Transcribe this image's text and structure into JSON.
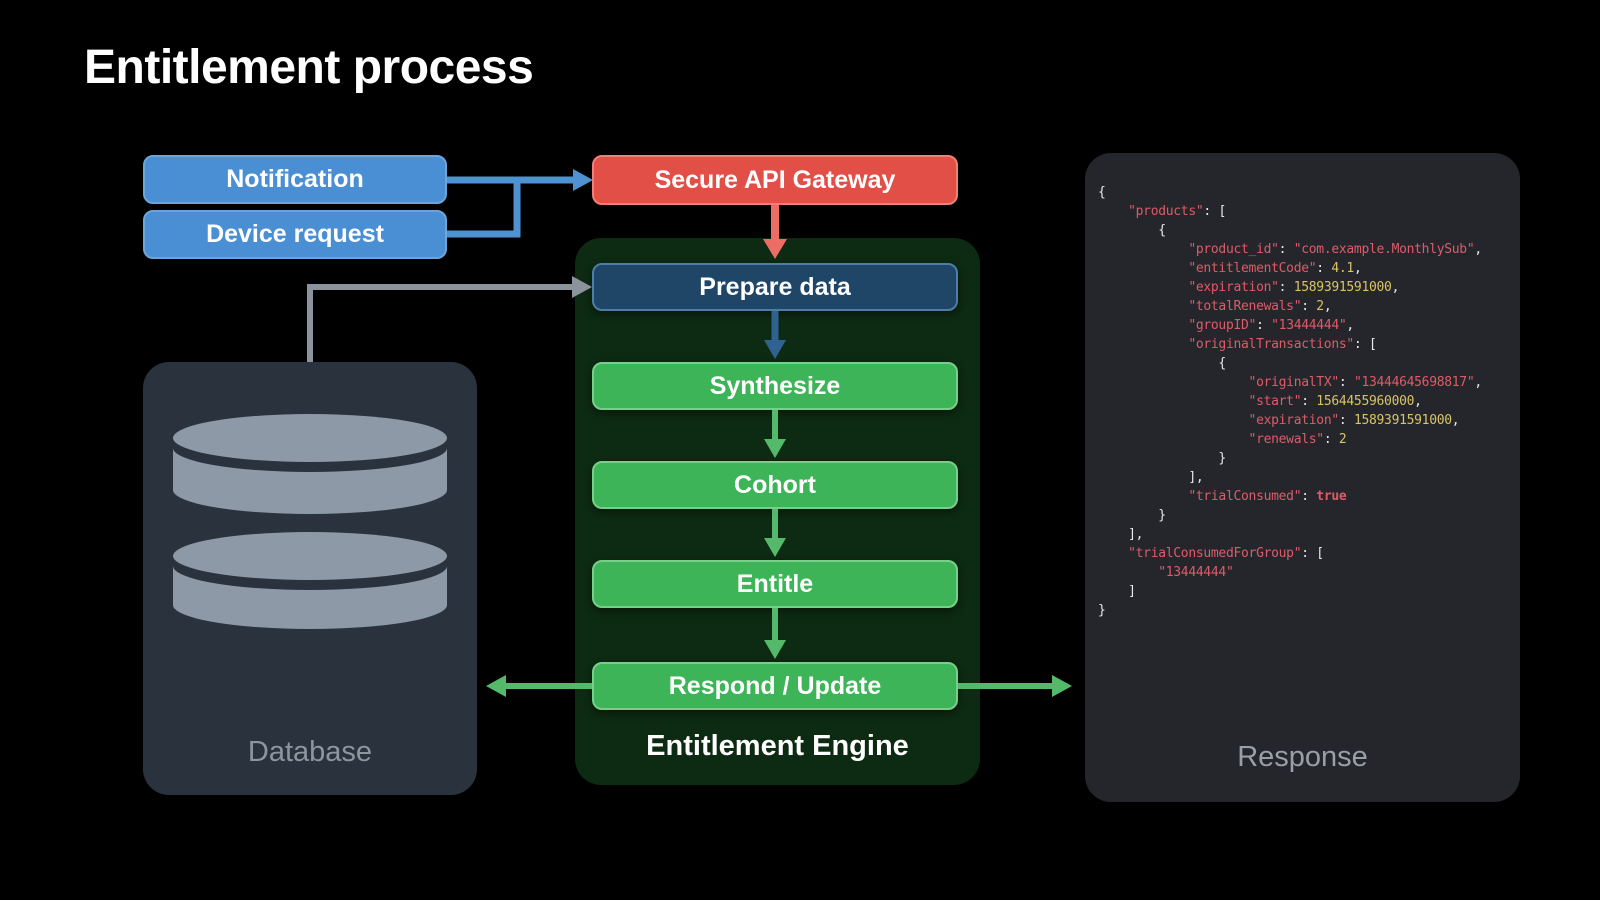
{
  "title": "Entitlement process",
  "inputs": {
    "notification": "Notification",
    "device_request": "Device request"
  },
  "gateway": {
    "label": "Secure API Gateway"
  },
  "engine": {
    "label": "Entitlement Engine",
    "prepare": "Prepare data",
    "steps": [
      {
        "label": "Synthesize"
      },
      {
        "label": "Cohort"
      },
      {
        "label": "Entitle"
      },
      {
        "label": "Respond / Update"
      }
    ]
  },
  "database": {
    "label": "Database"
  },
  "response": {
    "label": "Response",
    "code_lines": [
      [
        {
          "c": "p",
          "t": "{"
        }
      ],
      [
        {
          "c": "p",
          "t": "    "
        },
        {
          "c": "k",
          "t": "\"products\""
        },
        {
          "c": "p",
          "t": ": ["
        }
      ],
      [
        {
          "c": "p",
          "t": "        {"
        }
      ],
      [
        {
          "c": "p",
          "t": "            "
        },
        {
          "c": "k",
          "t": "\"product_id\""
        },
        {
          "c": "p",
          "t": ": "
        },
        {
          "c": "s",
          "t": "\"com.example.MonthlySub\""
        },
        {
          "c": "p",
          "t": ","
        }
      ],
      [
        {
          "c": "p",
          "t": "            "
        },
        {
          "c": "k",
          "t": "\"entitlementCode\""
        },
        {
          "c": "p",
          "t": ": "
        },
        {
          "c": "n",
          "t": "4.1"
        },
        {
          "c": "p",
          "t": ","
        }
      ],
      [
        {
          "c": "p",
          "t": "            "
        },
        {
          "c": "k",
          "t": "\"expiration\""
        },
        {
          "c": "p",
          "t": ": "
        },
        {
          "c": "n",
          "t": "1589391591000"
        },
        {
          "c": "p",
          "t": ","
        }
      ],
      [
        {
          "c": "p",
          "t": "            "
        },
        {
          "c": "k",
          "t": "\"totalRenewals\""
        },
        {
          "c": "p",
          "t": ": "
        },
        {
          "c": "n",
          "t": "2"
        },
        {
          "c": "p",
          "t": ","
        }
      ],
      [
        {
          "c": "p",
          "t": "            "
        },
        {
          "c": "k",
          "t": "\"groupID\""
        },
        {
          "c": "p",
          "t": ": "
        },
        {
          "c": "s",
          "t": "\"13444444\""
        },
        {
          "c": "p",
          "t": ","
        }
      ],
      [
        {
          "c": "p",
          "t": "            "
        },
        {
          "c": "k",
          "t": "\"originalTransactions\""
        },
        {
          "c": "p",
          "t": ": ["
        }
      ],
      [
        {
          "c": "p",
          "t": "                {"
        }
      ],
      [
        {
          "c": "p",
          "t": "                    "
        },
        {
          "c": "k",
          "t": "\"originalTX\""
        },
        {
          "c": "p",
          "t": ": "
        },
        {
          "c": "s",
          "t": "\"13444645698817\""
        },
        {
          "c": "p",
          "t": ","
        }
      ],
      [
        {
          "c": "p",
          "t": "                    "
        },
        {
          "c": "k",
          "t": "\"start\""
        },
        {
          "c": "p",
          "t": ": "
        },
        {
          "c": "n",
          "t": "1564455960000"
        },
        {
          "c": "p",
          "t": ","
        }
      ],
      [
        {
          "c": "p",
          "t": "                    "
        },
        {
          "c": "k",
          "t": "\"expiration\""
        },
        {
          "c": "p",
          "t": ": "
        },
        {
          "c": "n",
          "t": "1589391591000"
        },
        {
          "c": "p",
          "t": ","
        }
      ],
      [
        {
          "c": "p",
          "t": "                    "
        },
        {
          "c": "k",
          "t": "\"renewals\""
        },
        {
          "c": "p",
          "t": ": "
        },
        {
          "c": "n",
          "t": "2"
        }
      ],
      [
        {
          "c": "p",
          "t": "                }"
        }
      ],
      [
        {
          "c": "p",
          "t": "            ],"
        }
      ],
      [
        {
          "c": "p",
          "t": "            "
        },
        {
          "c": "k",
          "t": "\"trialConsumed\""
        },
        {
          "c": "p",
          "t": ": "
        },
        {
          "c": "b",
          "t": "true"
        }
      ],
      [
        {
          "c": "p",
          "t": "        }"
        }
      ],
      [
        {
          "c": "p",
          "t": "    ],"
        }
      ],
      [
        {
          "c": "p",
          "t": "    "
        },
        {
          "c": "k",
          "t": "\"trialConsumedForGroup\""
        },
        {
          "c": "p",
          "t": ": ["
        }
      ],
      [
        {
          "c": "p",
          "t": "        "
        },
        {
          "c": "s",
          "t": "\"13444444\""
        }
      ],
      [
        {
          "c": "p",
          "t": "    ]"
        }
      ],
      [
        {
          "c": "p",
          "t": "}"
        }
      ]
    ]
  },
  "colors": {
    "background": "#000000",
    "input_blue": "#4a8fd3",
    "gateway_red": "#e14f46",
    "prepare_navy": "#1f4567",
    "step_green": "#3db457",
    "engine_panel": "#0d2a12",
    "database_panel": "#2a323d",
    "response_panel": "#25262b",
    "code_key_red": "#de5b69",
    "code_number_yellow": "#d9c465",
    "arrow_gray": "#8b939d",
    "arrow_green": "#54b96a",
    "arrow_red": "#ec6d64",
    "arrow_navy": "#2f6191"
  }
}
